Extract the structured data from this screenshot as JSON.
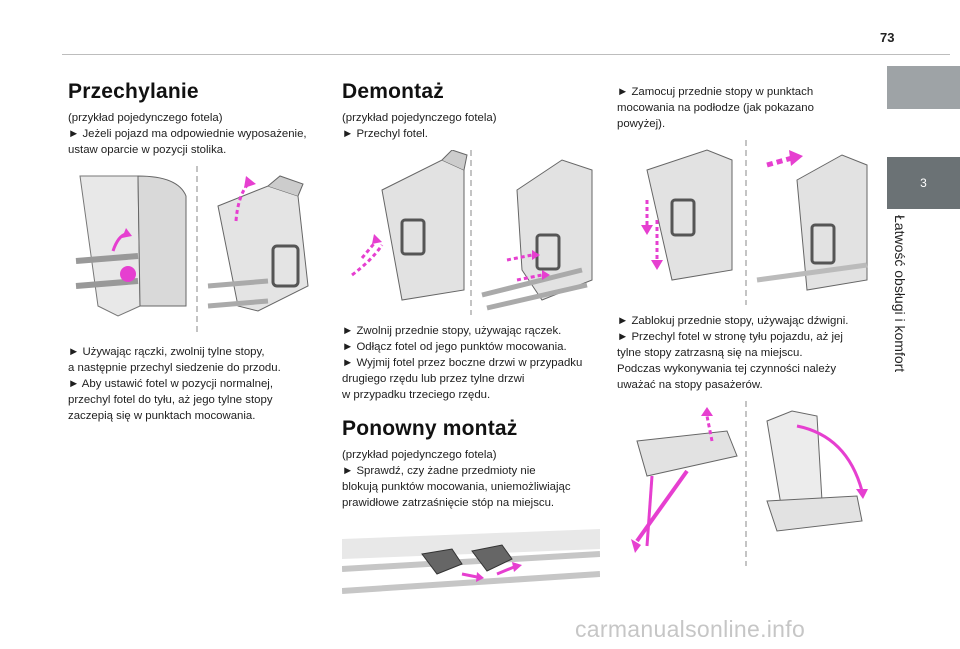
{
  "page": {
    "number": "73",
    "chapter_number": "3",
    "chapter_title": "Łatwość obsługi i komfort"
  },
  "col1": {
    "title": "Przechylanie",
    "lines_a": [
      "(przykład pojedynczego fotela)",
      "► Jeżeli pojazd ma odpowiednie wyposażenie,",
      "ustaw oparcie w pozycji stolika."
    ],
    "lines_b": [
      "► Używając rączki, zwolnij tylne stopy,",
      "a następnie przechyl siedzenie do przodu.",
      "► Aby ustawić fotel w pozycji normalnej,",
      "przechyl fotel do tyłu, aż jego tylne stopy",
      "zaczepią się w punktach mocowania."
    ]
  },
  "col2": {
    "title1": "Demontaż",
    "lines_a": [
      "(przykład pojedynczego fotela)",
      "► Przechyl fotel."
    ],
    "lines_b": [
      "► Zwolnij przednie stopy, używając rączek.",
      "► Odłącz fotel od jego punktów mocowania.",
      "► Wyjmij fotel przez boczne drzwi w przypadku",
      "drugiego rzędu lub przez tylne drzwi",
      "w przypadku trzeciego rzędu."
    ],
    "title2": "Ponowny montaż",
    "lines_c": [
      "(przykład pojedynczego fotela)",
      "► Sprawdź, czy żadne przedmioty nie",
      "blokują punktów mocowania, uniemożliwiając",
      "prawidłowe zatrzaśnięcie stóp na miejscu."
    ]
  },
  "col3": {
    "lines_a": [
      "► Zamocuj przednie stopy w punktach",
      "mocowania na podłodze (jak pokazano",
      "powyżej)."
    ],
    "lines_b": [
      "► Zablokuj przednie stopy, używając dźwigni.",
      "► Przechyl fotel w stronę tyłu pojazdu, aż jej",
      "tylne stopy zatrzasną się na miejscu.",
      "Podczas wykonywania tej czynności należy",
      "uważać na stopy pasażerów."
    ]
  },
  "watermark": "carmanualsonline.info",
  "colors": {
    "accent": "#e63fd0",
    "tab_dark": "#6b7275",
    "tab_light": "#9ea3a6"
  }
}
